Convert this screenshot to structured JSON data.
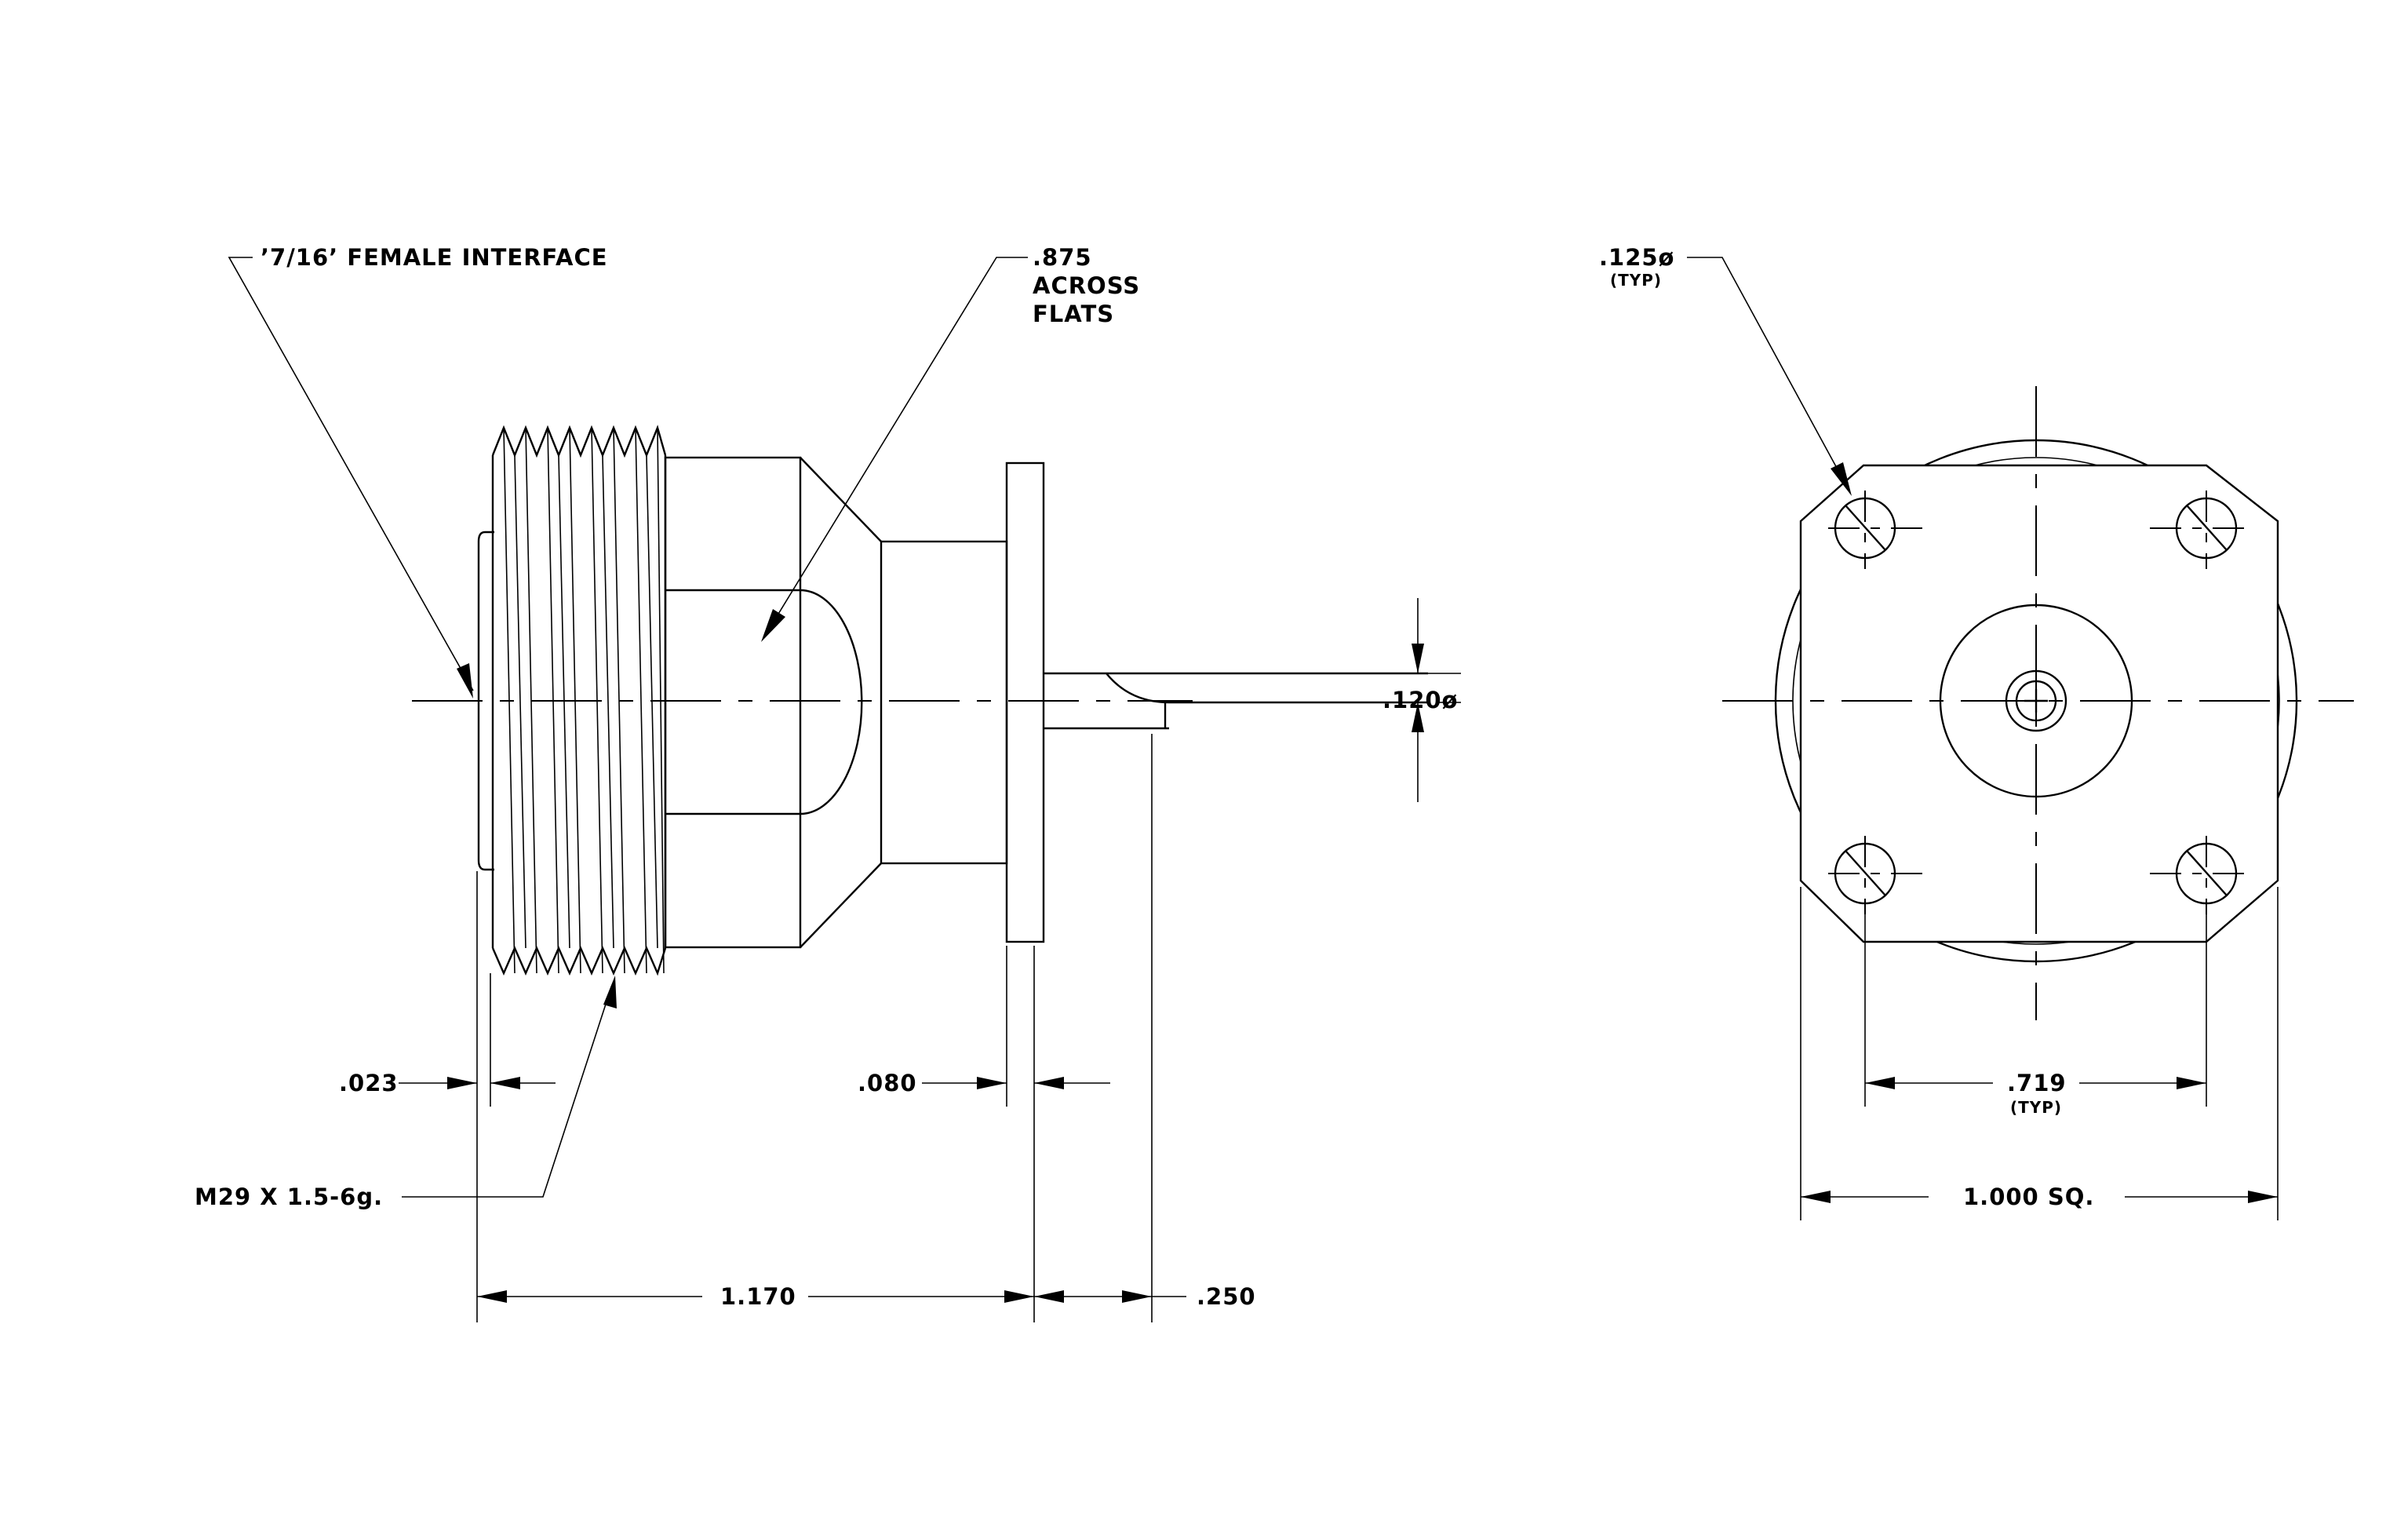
{
  "labels": {
    "interface": "’7/16’ FEMALE INTERFACE",
    "flats_1": ".875",
    "flats_2": "ACROSS",
    "flats_3": "FLATS",
    "hole_dia": ".125ø",
    "hole_dia_typ": "(TYP)",
    "pin_dia": ".120ø",
    "lip": ".023",
    "flange": ".080",
    "thread": "M29 X 1.5-6g.",
    "overall": "1.170",
    "pin_len": ".250",
    "bolt_spacing": ".719",
    "bolt_spacing_typ": "(TYP)",
    "flange_size": "1.000 SQ."
  }
}
